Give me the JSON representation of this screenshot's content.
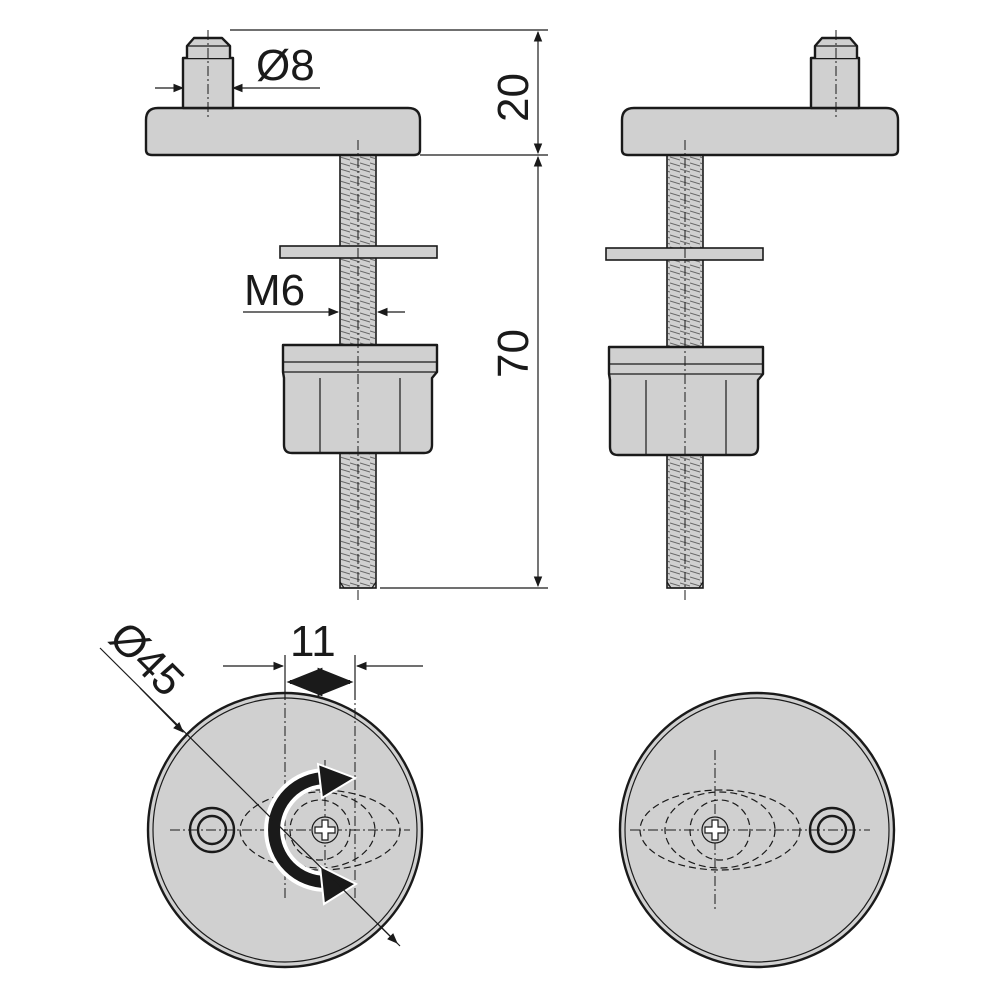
{
  "dimensions": {
    "pin_diameter": "Ø8",
    "pin_height": "20",
    "thread_size": "M6",
    "bolt_length": "70",
    "slot_offset": "11",
    "disc_diameter": "Ø45"
  }
}
